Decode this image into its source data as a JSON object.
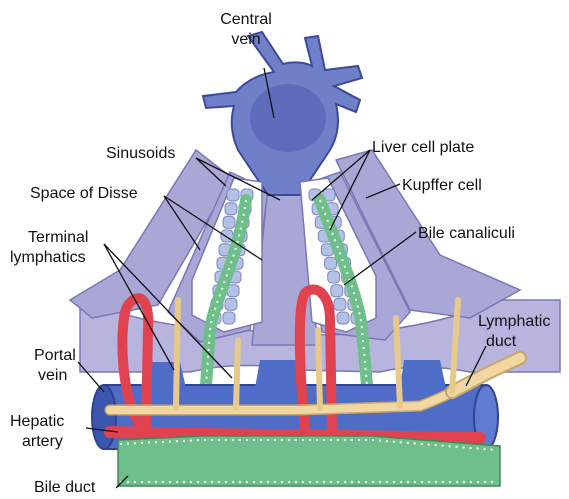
{
  "labels": {
    "central_vein": [
      "Central",
      "vein"
    ],
    "sinusoids": "Sinusoids",
    "space_of_disse": "Space of Disse",
    "terminal_lymphatics": [
      "Terminal",
      "lymphatics"
    ],
    "portal_vein": [
      "Portal",
      "vein"
    ],
    "hepatic_artery": [
      "Hepatic",
      "artery"
    ],
    "bile_duct": "Bile duct",
    "liver_cell_plate": "Liver cell plate",
    "kupffer_cell": "Kupffer cell",
    "bile_canaliculi": "Bile canaliculi",
    "lymphatic_duct": [
      "Lymphatic",
      "duct"
    ]
  },
  "colors": {
    "vein_blue": "#6f7fc8",
    "vein_dark": "#3d4a9a",
    "sinusoid_lavender": "#a9a7d6",
    "lobule_edge": "#7a78b4",
    "artery_red": "#e0424f",
    "bile_green": "#6fbf8a",
    "lymph_tan": "#f1d7a2"
  }
}
